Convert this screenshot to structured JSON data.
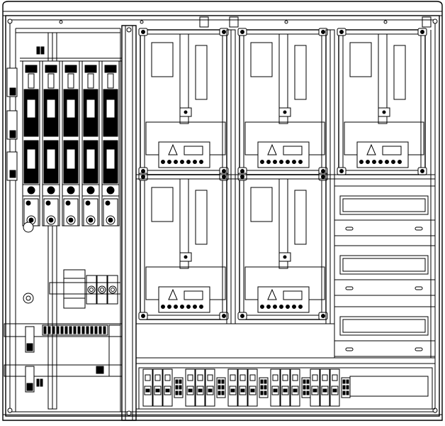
{
  "diagram": {
    "meter_modules": [
      {
        "name": "meter-module-1"
      },
      {
        "name": "meter-module-2"
      },
      {
        "name": "meter-module-3"
      },
      {
        "name": "meter-module-4"
      },
      {
        "name": "meter-module-5"
      }
    ],
    "fuse_holders": 5,
    "mcb_groups": 5,
    "din_rails_right": 3,
    "colors": {
      "stroke": "#000000",
      "background": "#ffffff"
    }
  }
}
